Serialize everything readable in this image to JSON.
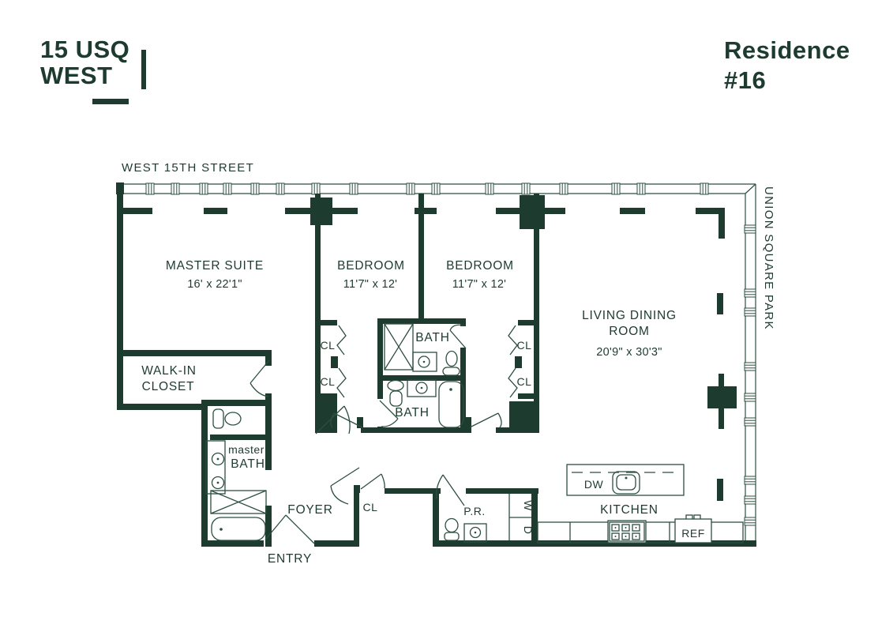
{
  "branding": {
    "name_line1": "15 USQ",
    "name_line2": "WEST"
  },
  "residence": {
    "line1": "Residence",
    "line2": "#16"
  },
  "context": {
    "street": "WEST 15TH STREET",
    "park": "UNION SQUARE PARK"
  },
  "rooms": {
    "master_suite": {
      "name": "MASTER SUITE",
      "dims": "16' x 22'1\""
    },
    "bedroom_1": {
      "name": "BEDROOM",
      "dims": "11'7\" x 12'"
    },
    "bedroom_2": {
      "name": "BEDROOM",
      "dims": "11'7\" x 12'"
    },
    "living_dining": {
      "line1": "LIVING DINING",
      "line2": "ROOM",
      "dims": "20'9\" x 30'3\""
    },
    "walk_in_closet": {
      "line1": "WALK-IN",
      "line2": "CLOSET"
    },
    "master_bath": {
      "line1": "master",
      "line2": "BATH"
    },
    "bath_upper": {
      "name": "BATH"
    },
    "bath_lower": {
      "name": "BATH"
    },
    "foyer": {
      "name": "FOYER"
    },
    "entry": {
      "name": "ENTRY"
    },
    "powder_room": {
      "name": "P.R."
    },
    "kitchen": {
      "name": "KITCHEN"
    }
  },
  "closets": {
    "cl1": "CL",
    "cl2": "CL",
    "cl3": "CL",
    "cl4": "CL",
    "foyer_cl": "CL"
  },
  "appliances": {
    "dishwasher": "DW",
    "refrigerator": "REF",
    "washer": "W",
    "dryer": "D"
  },
  "colors": {
    "wall": "#1d3b2e",
    "line": "#2c4f41",
    "text": "#1d3b2e",
    "background": "#ffffff"
  }
}
